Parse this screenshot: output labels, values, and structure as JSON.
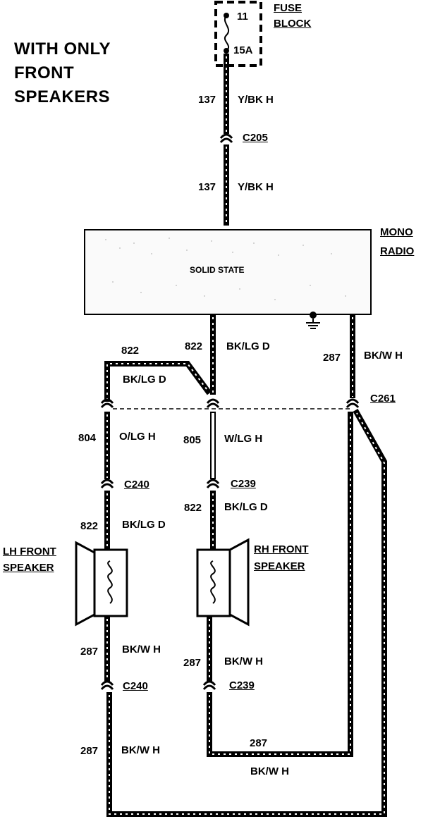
{
  "title": [
    "WITH ONLY",
    "FRONT",
    "SPEAKERS"
  ],
  "fuse_block": {
    "label_line1": "FUSE",
    "label_line2": "BLOCK",
    "fuse_number": "11",
    "fuse_rating": "15A"
  },
  "radio": {
    "label_line1": "MONO",
    "label_line2": "RADIO",
    "inner_text": "SOLID STATE"
  },
  "circuits": {
    "c137_a": {
      "num": "137",
      "color": "Y/BK H"
    },
    "c137_b": {
      "num": "137",
      "color": "Y/BK H"
    },
    "c822_top": {
      "num": "822"
    },
    "c822_top_color": {
      "color": "BK/LG D"
    },
    "c822_mid": {
      "num": "822",
      "color": "BK/LG D"
    },
    "c287_right": {
      "num": "287",
      "color": "BK/W H"
    },
    "c804": {
      "num": "804",
      "color": "O/LG H"
    },
    "c805": {
      "num": "805",
      "color": "W/LG H"
    },
    "c822_lh": {
      "num": "822",
      "color": "BK/LG D"
    },
    "c822_rh": {
      "num": "822",
      "color": "BK/LG D"
    },
    "c287_lh": {
      "num": "287",
      "color": "BK/W H"
    },
    "c287_rh": {
      "num": "287",
      "color": "BK/W H"
    },
    "c287_lh_bottom": {
      "num": "287",
      "color": "BK/W H"
    },
    "c287_bottom_h": {
      "num": "287",
      "color": "BK/W H"
    }
  },
  "connectors": {
    "c205": "C205",
    "c261": "C261",
    "c240_top": "C240",
    "c239_top": "C239",
    "c240_bottom": "C240",
    "c239_bottom": "C239"
  },
  "speakers": {
    "lh": {
      "line1": "LH FRONT",
      "line2": "SPEAKER"
    },
    "rh": {
      "line1": "RH FRONT",
      "line2": "SPEAKER"
    }
  }
}
